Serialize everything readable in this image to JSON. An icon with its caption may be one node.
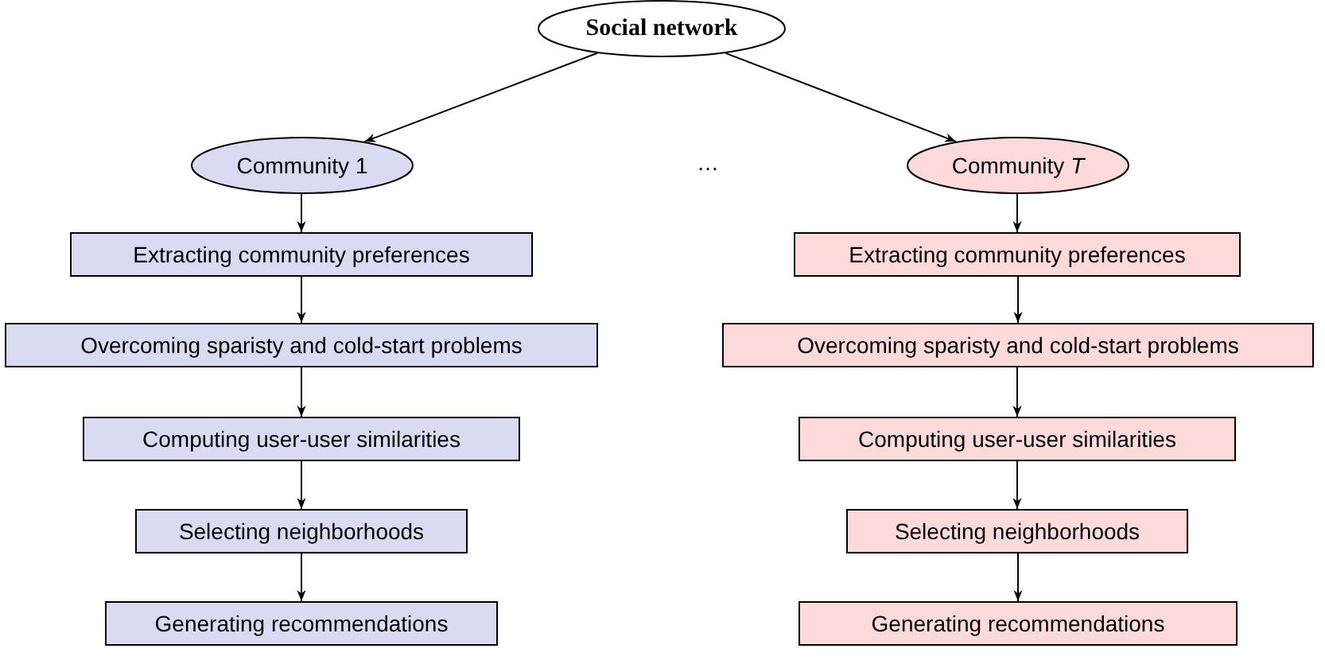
{
  "diagram": {
    "nodes": [
      {
        "text": [
          "Social network"
        ]
      },
      {
        "text": [
          "Community 1"
        ]
      },
      {
        "text": [
          "Extracting community preferences"
        ]
      },
      {
        "text": [
          "Overcoming sparisty and cold-start problems"
        ]
      },
      {
        "text": [
          "Computing user-user similarities"
        ]
      },
      {
        "text": [
          "Selecting neighborhoods"
        ]
      },
      {
        "text": [
          "Generating recommendations"
        ]
      },
      {
        "text": [
          "Community *T*"
        ]
      },
      {
        "text": [
          "Extracting community preferences"
        ]
      },
      {
        "text": [
          "Overcoming sparisty and cold-start problems"
        ]
      },
      {
        "text": [
          "Computing user-user similarities"
        ]
      },
      {
        "text": [
          "Selecting neighborhoods"
        ]
      },
      {
        "text": [
          "Generating recommendations"
        ]
      }
    ],
    "edges": [
      {
        "from": 0,
        "to": 1,
        "arrow": "to"
      },
      {
        "from": 0,
        "to": 7,
        "arrow": "to"
      },
      {
        "from": 1,
        "to": 2,
        "arrow": "to"
      },
      {
        "from": 2,
        "to": 3,
        "arrow": "to"
      },
      {
        "from": 3,
        "to": 4,
        "arrow": "to"
      },
      {
        "from": 4,
        "to": 5,
        "arrow": "to"
      },
      {
        "from": 5,
        "to": 6,
        "arrow": "to"
      },
      {
        "from": 7,
        "to": 8,
        "arrow": "to"
      },
      {
        "from": 8,
        "to": 9,
        "arrow": "to"
      },
      {
        "from": 9,
        "to": 10,
        "arrow": "to"
      },
      {
        "from": 10,
        "to": 11,
        "arrow": "to"
      },
      {
        "from": 11,
        "to": 12,
        "arrow": "to"
      }
    ],
    "labels": [
      "…"
    ]
  }
}
